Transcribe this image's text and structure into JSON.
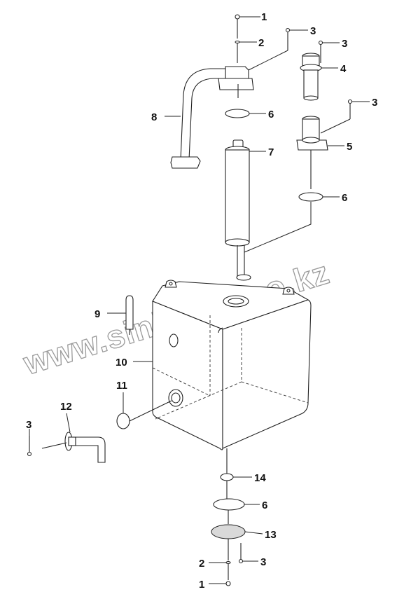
{
  "watermark": {
    "text": "www.sinhron-too.kz"
  },
  "callouts": [
    {
      "id": "c1-top",
      "label": "1"
    },
    {
      "id": "c2-top",
      "label": "2"
    },
    {
      "id": "c3-a",
      "label": "3"
    },
    {
      "id": "c3-b",
      "label": "3"
    },
    {
      "id": "c4",
      "label": "4"
    },
    {
      "id": "c3-c",
      "label": "3"
    },
    {
      "id": "c8",
      "label": "8"
    },
    {
      "id": "c6-a",
      "label": "6"
    },
    {
      "id": "c5",
      "label": "5"
    },
    {
      "id": "c7",
      "label": "7"
    },
    {
      "id": "c6-b",
      "label": "6"
    },
    {
      "id": "c9",
      "label": "9"
    },
    {
      "id": "c10",
      "label": "10"
    },
    {
      "id": "c11",
      "label": "11"
    },
    {
      "id": "c12",
      "label": "12"
    },
    {
      "id": "c3-d",
      "label": "3"
    },
    {
      "id": "c14",
      "label": "14"
    },
    {
      "id": "c6-c",
      "label": "6"
    },
    {
      "id": "c13",
      "label": "13"
    },
    {
      "id": "c2-bottom",
      "label": "2"
    },
    {
      "id": "c3-e",
      "label": "3"
    },
    {
      "id": "c1-bottom",
      "label": "1"
    }
  ]
}
